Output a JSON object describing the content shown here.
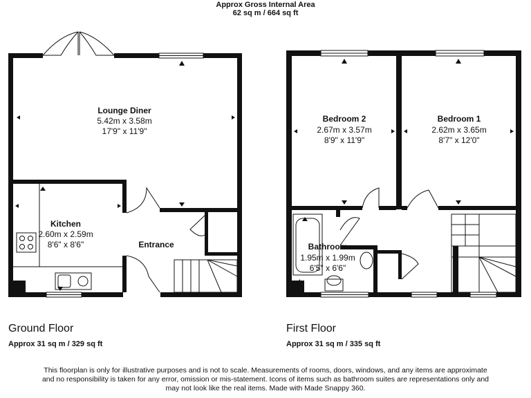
{
  "header": {
    "title": "Approx Gross Internal Area",
    "area": "62 sq m / 664 sq ft"
  },
  "ground_floor": {
    "label": "Ground Floor",
    "area": "Approx 31 sq m / 329 sq ft",
    "rooms": {
      "lounge": {
        "name": "Lounge Diner",
        "metric": "5.42m x 3.58m",
        "imperial": "17'9\" x 11'9\""
      },
      "kitchen": {
        "name": "Kitchen",
        "metric": "2.60m x 2.59m",
        "imperial": "8'6\" x 8'6\""
      },
      "entrance": {
        "name": "Entrance"
      }
    }
  },
  "first_floor": {
    "label": "First Floor",
    "area": "Approx 31 sq m / 335 sq ft",
    "rooms": {
      "bedroom2": {
        "name": "Bedroom 2",
        "metric": "2.67m x 3.57m",
        "imperial": "8'9\" x 11'9\""
      },
      "bedroom1": {
        "name": "Bedroom 1",
        "metric": "2.62m x 3.65m",
        "imperial": "8'7\" x 12'0\""
      },
      "bathroom": {
        "name": "Bathroom",
        "metric": "1.95m x 1.99m",
        "imperial": "6'5\" x 6'6\""
      }
    }
  },
  "disclaimer": {
    "line1": "This floorplan is only for illustrative purposes and is not to scale. Measurements of rooms, doors, windows, and any items are approximate",
    "line2": "and no responsibility is taken for any error, omission or mis-statement. Icons of items such as bathroom suites are representations only and",
    "line3": "may not look like the real items. Made with Made Snappy 360."
  }
}
